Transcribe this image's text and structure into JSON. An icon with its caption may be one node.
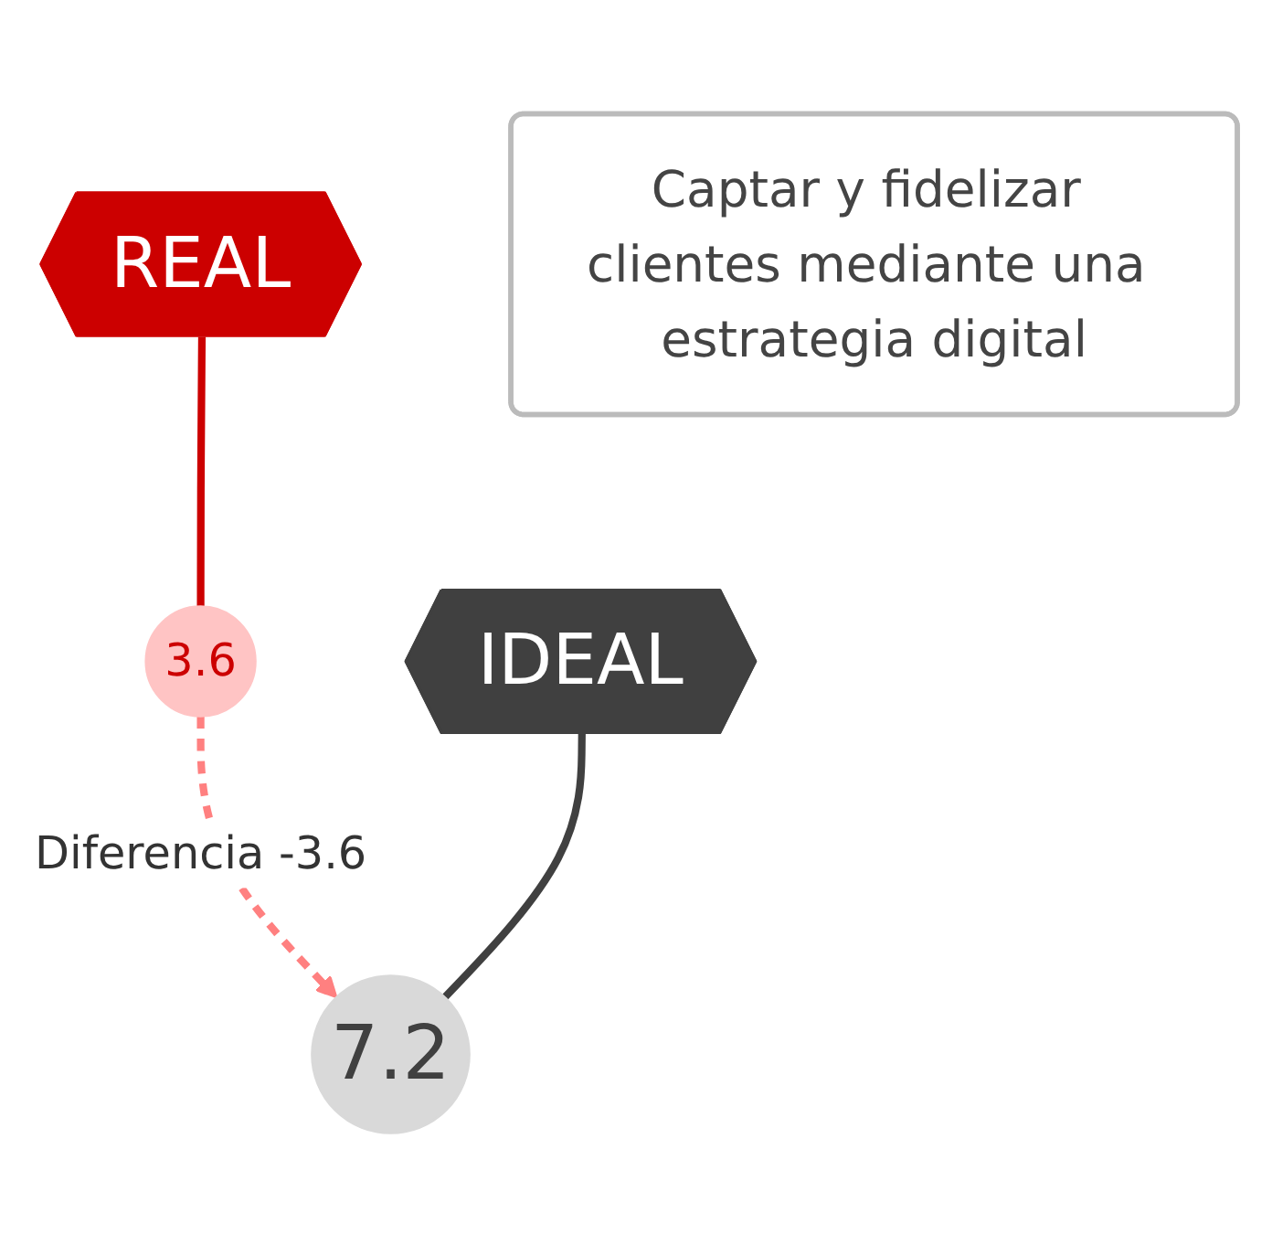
{
  "diagram": {
    "nodes": [
      {
        "text": [
          "REAL"
        ]
      },
      {
        "text": [
          "3.6"
        ]
      },
      {
        "text": [
          "Captar y fidelizar clientes mediante una estrategia digital"
        ]
      },
      {
        "text": [
          "IDEAL"
        ]
      },
      {
        "text": [
          "7.2"
        ]
      }
    ],
    "edges": [
      {
        "from": 0,
        "to": 1,
        "arrow": "none",
        "color": "#cc0000"
      },
      {
        "from": 1,
        "to": 4,
        "arrow": "to",
        "style": "dashed",
        "color": "#ff8080",
        "label": "Diferencia -3.6"
      },
      {
        "from": 3,
        "to": 4,
        "arrow": "none",
        "color": "#404040"
      }
    ]
  }
}
